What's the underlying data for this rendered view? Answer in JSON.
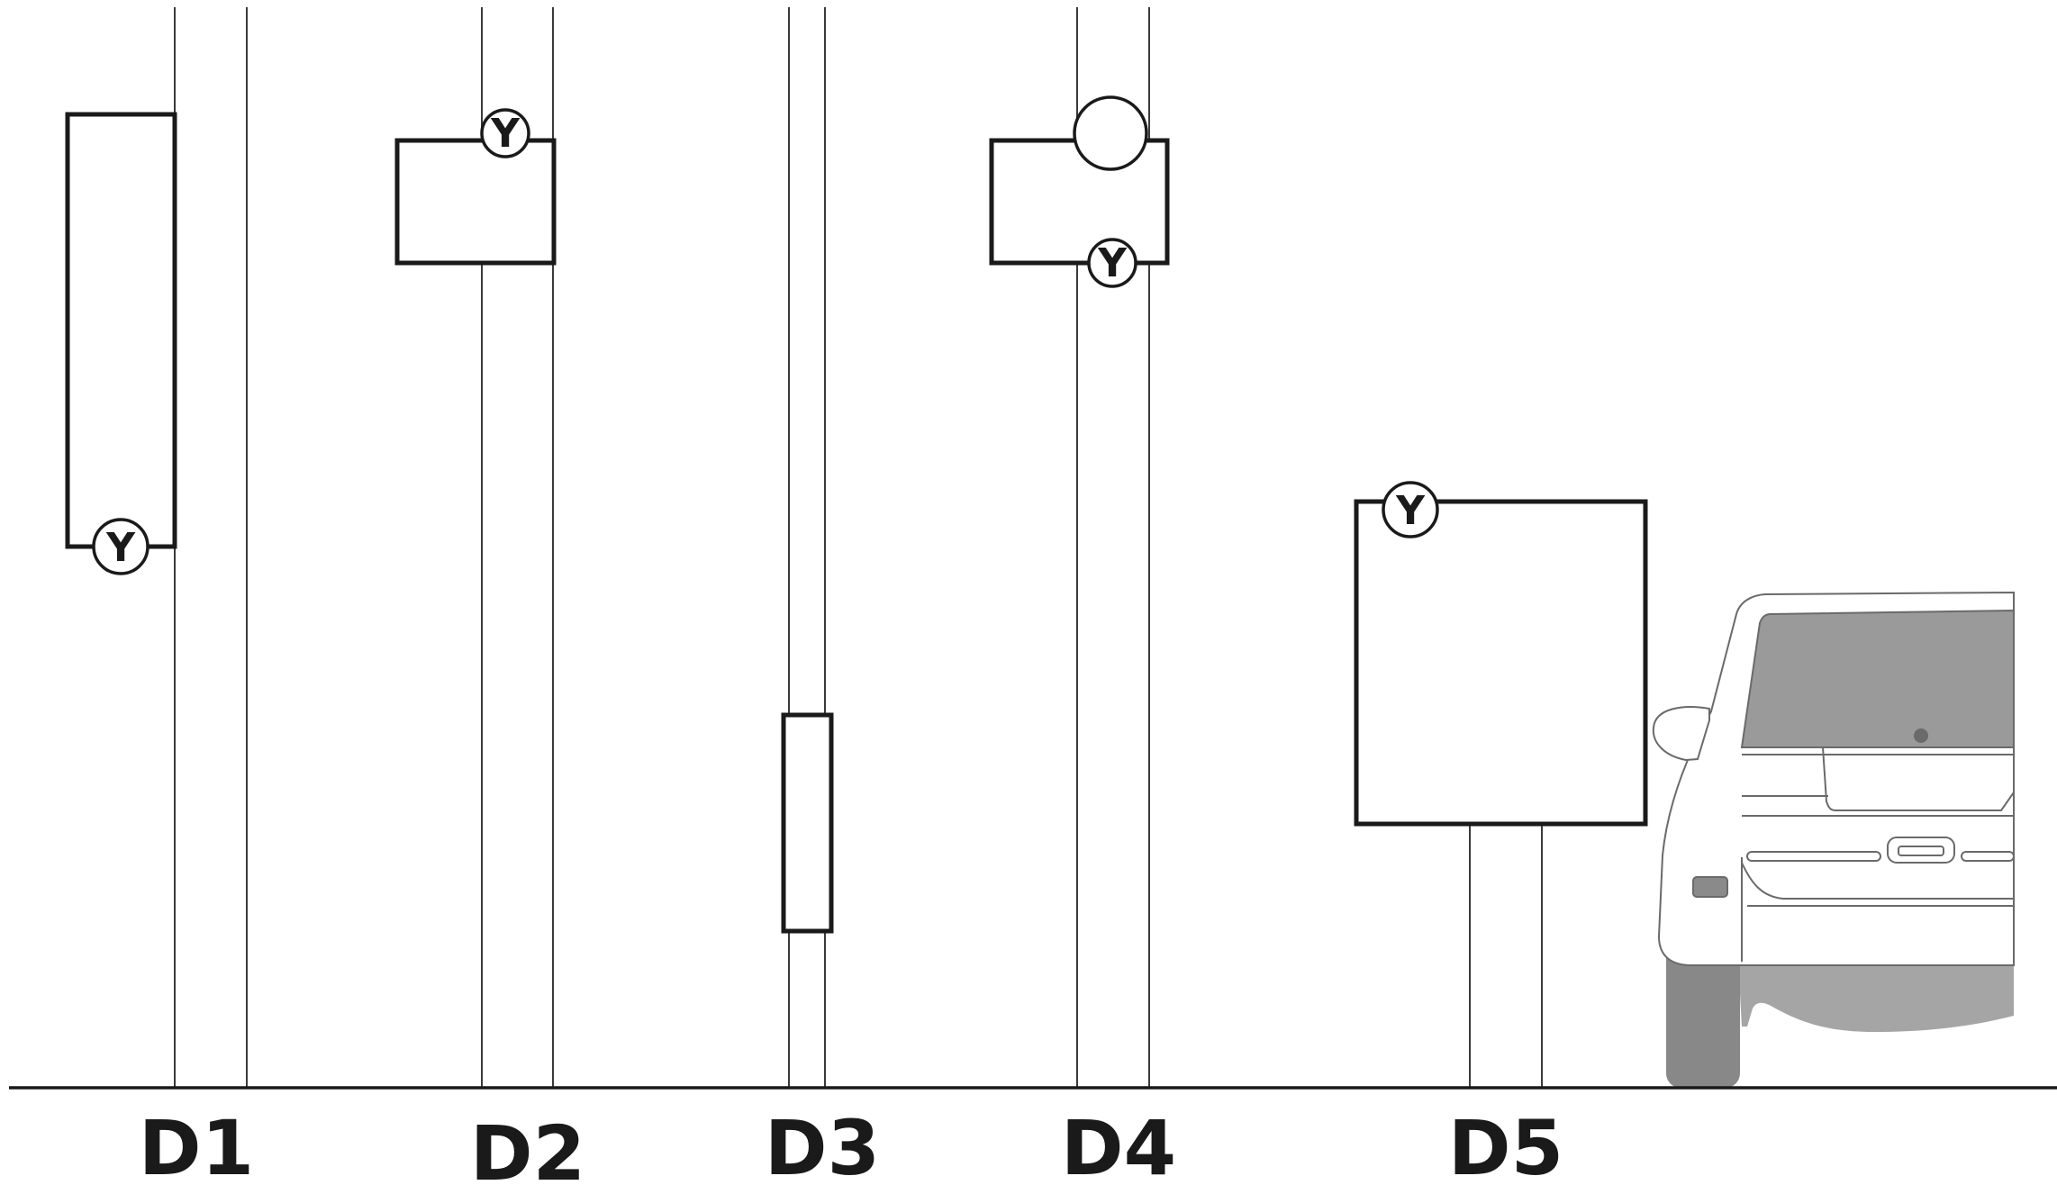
{
  "diagram": {
    "positions": [
      {
        "id": "d1",
        "label": "D1",
        "marker": "Y",
        "marker_placement": "bottom-left of sign"
      },
      {
        "id": "d2",
        "label": "D2",
        "marker": "Y",
        "marker_placement": "top edge of sign"
      },
      {
        "id": "d3",
        "label": "D3",
        "marker": "",
        "marker_placement": "none"
      },
      {
        "id": "d4",
        "label": "D4",
        "marker": "Y",
        "marker_placement": "bottom edge of sign, blank circle on top"
      },
      {
        "id": "d5",
        "label": "D5",
        "marker": "Y",
        "marker_placement": "top-left corner of sign"
      }
    ],
    "vehicle": "car-rear-view",
    "colors": {
      "line": "#1a1a1a",
      "pole": "#3a3a3a",
      "car_glass": "#9a9a9a",
      "car_tyre": "#888888",
      "car_shadow": "#a5a5a5"
    }
  }
}
